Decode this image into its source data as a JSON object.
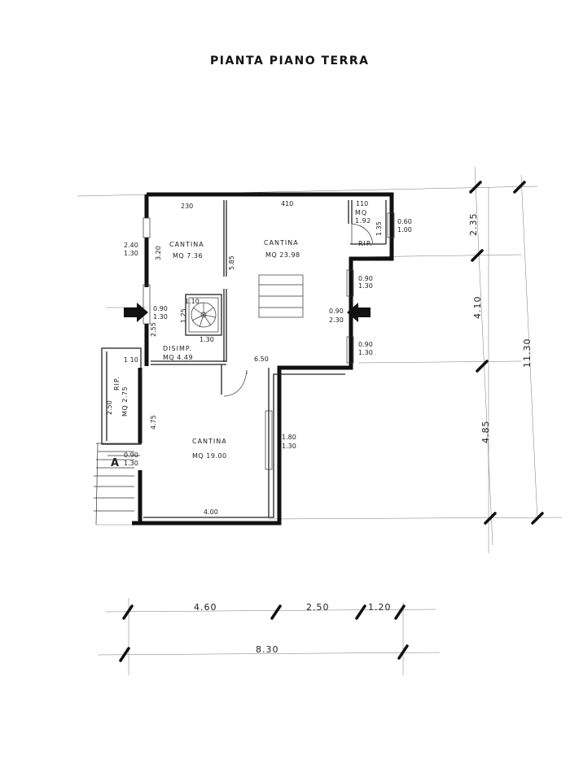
{
  "title": "PIANTA PIANO TERRA",
  "rooms": {
    "cantina_a": {
      "name": "CANTINA",
      "area": "MQ 7.36"
    },
    "cantina_b": {
      "name": "CANTINA",
      "area": "MQ 23.98"
    },
    "rip_small": {
      "name": "MQ",
      "area": "1.92",
      "label": "RIP."
    },
    "disimp": {
      "name": "DISIMP.",
      "area": "MQ 4.49"
    },
    "cantina_c": {
      "name": "CANTINA",
      "area": "MQ 19.00"
    },
    "rip_side": {
      "name": "RIP.",
      "area": "MQ 2.75"
    }
  },
  "interior_dims": {
    "d230": "230",
    "d410": "410",
    "d110a": "110",
    "d135": "1.35",
    "d060": "0.60",
    "d100": "1.00",
    "d240": "2.40",
    "d130a": "1.30",
    "d320": "3.20",
    "d585": "5.85",
    "d110b": "1.10",
    "d125": "1.25",
    "d130b": "1.30",
    "d090a": "0.90",
    "d130c": "1.30",
    "d255": "2.55",
    "d090b": "0.90",
    "d230b": "2.30",
    "d090c": "0.90",
    "d130d": "1.30",
    "d090d": "0.90",
    "d130e": "1.30",
    "d650": "6.50",
    "d110c": "1 10",
    "d250": "2.50",
    "d475": "4.75",
    "d180": "1.80",
    "d130f": "1.30",
    "d090e": "0.90",
    "d130g": "1.30",
    "d400": "4.00"
  },
  "right_dims": {
    "r235": "2.35",
    "r410": "4.10",
    "r485": "4.85",
    "r1130": "11.30"
  },
  "bottom_dims": {
    "b460": "4.60",
    "b250": "2.50",
    "b120": "1.20",
    "b830": "8.30"
  },
  "section_marker": "A"
}
